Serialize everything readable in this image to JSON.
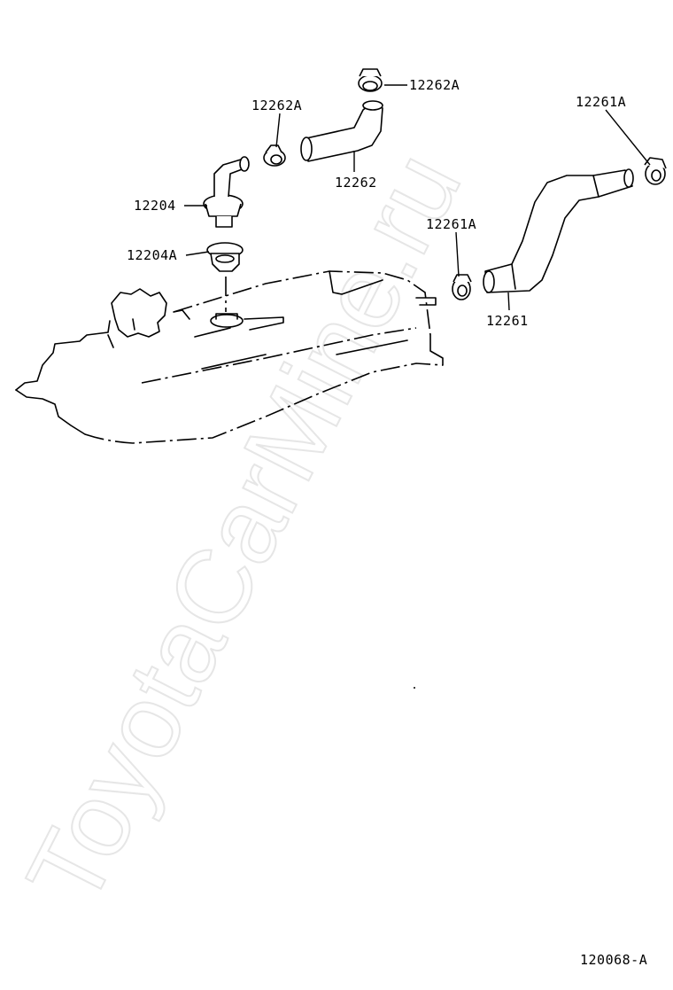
{
  "watermark": "ToyotaCarMine.ru",
  "diagram_code": "120068-A",
  "callouts": [
    {
      "id": "c1",
      "label": "12262A"
    },
    {
      "id": "c2",
      "label": "12262A"
    },
    {
      "id": "c3",
      "label": "12262"
    },
    {
      "id": "c4",
      "label": "12204"
    },
    {
      "id": "c5",
      "label": "12204A"
    },
    {
      "id": "c6",
      "label": "12261A"
    },
    {
      "id": "c7",
      "label": "12261A"
    },
    {
      "id": "c8",
      "label": "12261"
    }
  ]
}
